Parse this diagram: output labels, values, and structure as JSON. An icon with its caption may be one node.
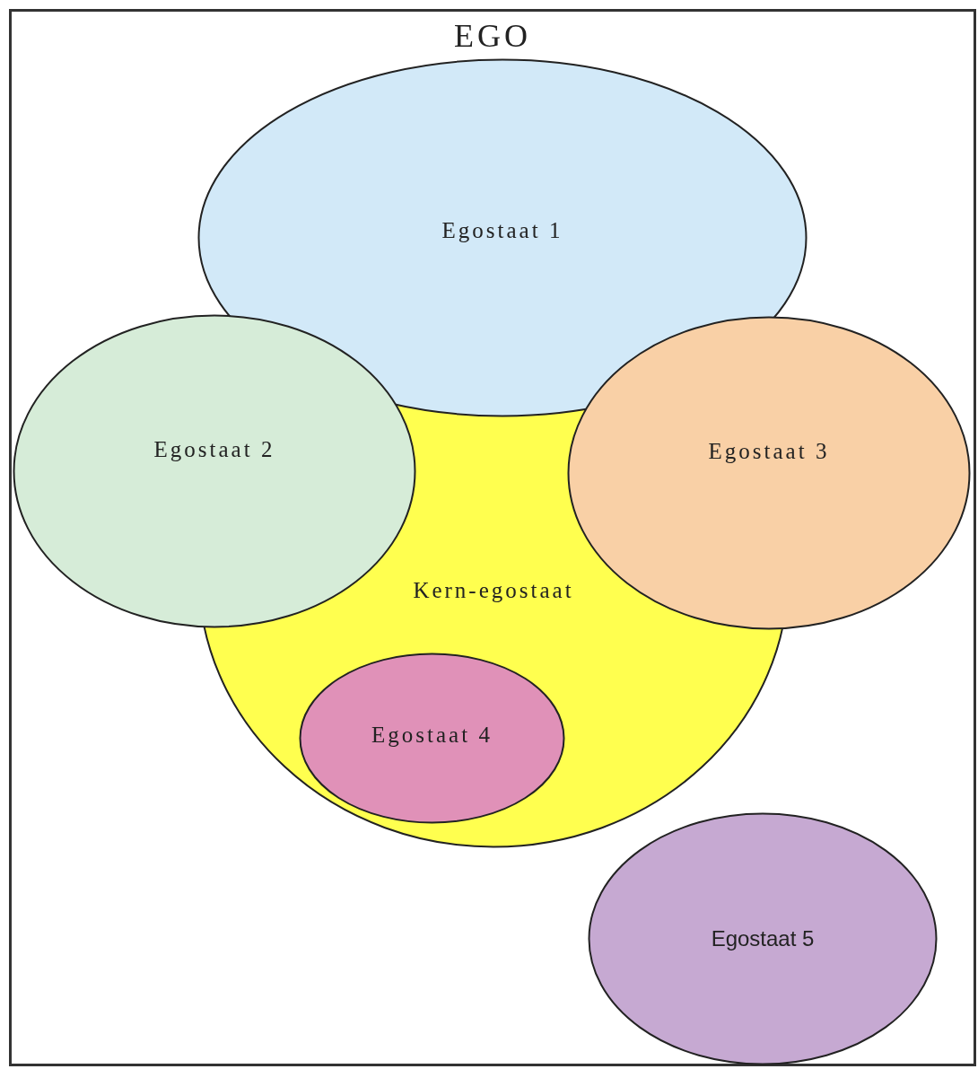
{
  "diagram": {
    "nodes": [
      {
        "text": [
          "EGO"
        ]
      },
      {
        "text": [
          "Egostaat 1"
        ],
        "in": 0
      },
      {
        "text": [
          "Egostaat 2"
        ],
        "in": 0
      },
      {
        "text": [
          "Egostaat 3"
        ],
        "in": 0
      },
      {
        "text": [
          "Kern-egostaat"
        ],
        "in": 0
      },
      {
        "text": [
          "Egostaat 4"
        ],
        "in": 4
      },
      {
        "text": [
          "Egostaat 5"
        ],
        "in": 0
      }
    ]
  }
}
